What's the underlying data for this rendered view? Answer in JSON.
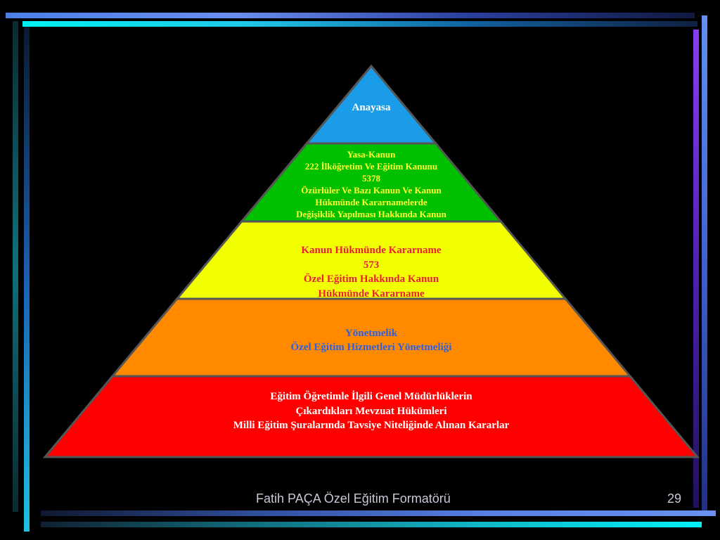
{
  "pyramid": {
    "levels": [
      {
        "name": "anayasa",
        "color": "#1a9ce8",
        "text_color": "#ffffff",
        "lines": [
          "Anayasa"
        ]
      },
      {
        "name": "yasa-kanun",
        "color": "#00c000",
        "text_color": "#ffff33",
        "lines": [
          "Yasa-Kanun",
          "222 İlköğretim Ve Eğitim Kanunu",
          "5378",
          "Özürlüler Ve Bazı Kanun Ve Kanun",
          "Hükmünde Kararnamelerde",
          "Değişiklik Yapılması Hakkında Kanun"
        ]
      },
      {
        "name": "khk",
        "color": "#f2ff00",
        "text_color": "#e8203a",
        "lines": [
          "Kanun Hükmünde Kararname",
          "573",
          "Özel Eğitim Hakkında Kanun",
          "Hükmünde Kararname"
        ]
      },
      {
        "name": "yonetmelik",
        "color": "#ff8a00",
        "text_color": "#2f5fe0",
        "lines": [
          "Yönetmelik",
          "Özel Eğitim Hizmetleri Yönetmeliği"
        ]
      },
      {
        "name": "mevzuat",
        "color": "#ff0000",
        "text_color": "#ffffff",
        "lines": [
          "Eğitim Öğretimle İlgili Genel Müdürlüklerin",
          "Çıkardıkları Mevzuat Hükümleri",
          "Milli Eğitim Şuralarında Tavsiye Niteliğinde Alınan Kararlar"
        ]
      }
    ]
  },
  "footer": {
    "author": "Fatih PAÇA Özel Eğitim Formatörü",
    "page": "29"
  },
  "colors": {
    "frame_cyan": "#00e5f0",
    "frame_blue": "#5078e8",
    "frame_purple": "#8a3cf0"
  }
}
